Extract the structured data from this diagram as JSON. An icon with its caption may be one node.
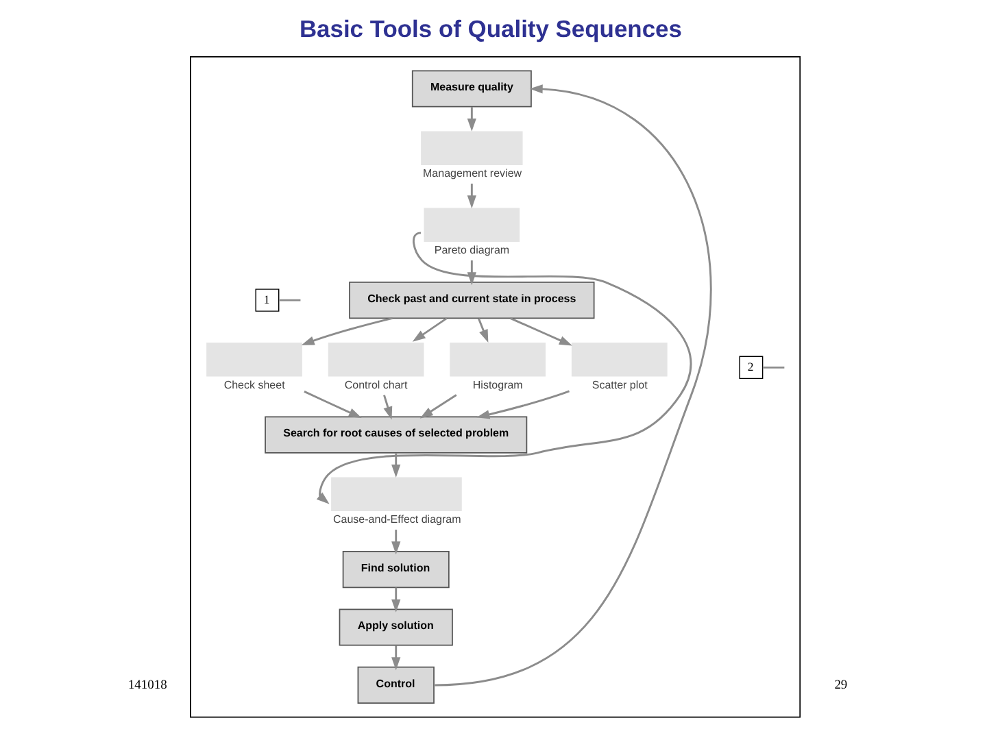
{
  "diagram": {
    "title": "Basic Tools of Quality Sequences",
    "nodes": [
      {
        "text": [],
        "shape": "box"
      },
      {
        "text": [
          "Measure quality"
        ],
        "in": 0
      },
      {
        "text": [
          "Management review"
        ],
        "in": 0
      },
      {
        "text": [
          "Pareto diagram"
        ],
        "in": 0
      },
      {
        "text": [
          "Check past and current state in process"
        ],
        "in": 0
      },
      {
        "text": [
          "Check sheet"
        ],
        "in": 0
      },
      {
        "text": [
          "Control chart"
        ],
        "in": 0
      },
      {
        "text": [
          "Histogram"
        ],
        "in": 0
      },
      {
        "text": [
          "Scatter plot"
        ],
        "in": 0
      },
      {
        "text": [
          "Search for root causes of selected problem"
        ],
        "in": 0
      },
      {
        "text": [
          "Cause-and-Effect diagram"
        ],
        "in": 0
      },
      {
        "text": [
          "Find solution"
        ],
        "in": 0
      },
      {
        "text": [
          "Apply solution"
        ],
        "in": 0
      },
      {
        "text": [
          "Control"
        ],
        "in": 0
      },
      {
        "text": [
          "1"
        ],
        "in": 0
      },
      {
        "text": [
          "2"
        ],
        "in": 0
      }
    ],
    "edges": [
      {
        "from": 1,
        "to": 2,
        "arrow": "to"
      },
      {
        "from": 2,
        "to": 3,
        "arrow": "to"
      },
      {
        "from": 3,
        "to": 4,
        "arrow": "to"
      },
      {
        "from": 4,
        "to": 5,
        "arrow": "to"
      },
      {
        "from": 4,
        "to": 6,
        "arrow": "to"
      },
      {
        "from": 4,
        "to": 7,
        "arrow": "to"
      },
      {
        "from": 4,
        "to": 8,
        "arrow": "to"
      },
      {
        "from": 5,
        "to": 9,
        "arrow": "to"
      },
      {
        "from": 6,
        "to": 9,
        "arrow": "to"
      },
      {
        "from": 7,
        "to": 9,
        "arrow": "to"
      },
      {
        "from": 8,
        "to": 9,
        "arrow": "to"
      },
      {
        "from": 9,
        "to": 10,
        "arrow": "to"
      },
      {
        "from": 10,
        "to": 11,
        "arrow": "to"
      },
      {
        "from": 11,
        "to": 12,
        "arrow": "to"
      },
      {
        "from": 12,
        "to": 13,
        "arrow": "to"
      },
      {
        "from": 3,
        "to": 10,
        "arrow": "to"
      },
      {
        "from": 13,
        "to": 1,
        "arrow": "to"
      },
      {
        "from": 14,
        "to": null,
        "arrow": "none"
      },
      {
        "from": 15,
        "to": null,
        "arrow": "none"
      }
    ],
    "labels": [
      "141018",
      "29"
    ]
  }
}
